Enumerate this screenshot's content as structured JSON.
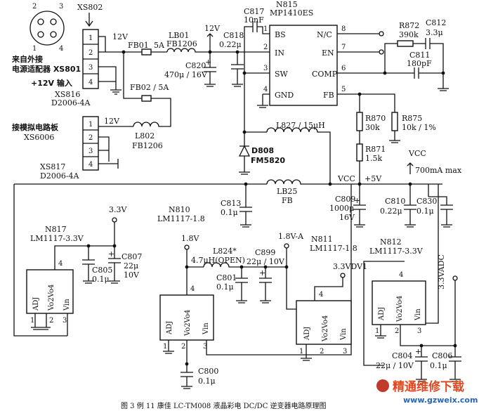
{
  "connector_xs802": {
    "name": "XS802",
    "pins": [
      "1",
      "2",
      "3",
      "4"
    ],
    "source_label": "来自外接",
    "adapter_label": "电源适配器 XS801",
    "input_label": "+12V 输入",
    "part_ref": "XS816",
    "part_no": "D2006-4A"
  },
  "socket_icon": {
    "pins": [
      "2",
      "3",
      "1",
      "4"
    ]
  },
  "connector_xs817": {
    "name": "XS817",
    "part_no": "D2006-4A",
    "pins": [
      "1",
      "2",
      "3",
      "4"
    ],
    "label_line1": "接模拟电路板",
    "label_line2": "XS6006"
  },
  "rail_12v_a": "12V",
  "rail_12v_b": "12V",
  "rail_12v_c": "12V",
  "fb01": {
    "ref": "FB01",
    "value": "5A"
  },
  "lb01": {
    "ref": "LB01",
    "value": "FB1206"
  },
  "fb02": {
    "label": "FB02 / 5A"
  },
  "l802": {
    "ref": "L802",
    "value": "FB1206"
  },
  "c818": {
    "ref": "C818",
    "value": "0.22μ"
  },
  "c820": {
    "ref": "C820",
    "value": "470μ / 16V"
  },
  "c817": {
    "ref": "C817",
    "value": "10nF"
  },
  "n815": {
    "ref": "N815",
    "part": "MP1410ES",
    "pins_left": [
      "BS",
      "IN",
      "SW",
      "GND"
    ],
    "pins_left_num": [
      "1",
      "2",
      "3",
      "4"
    ],
    "pins_right": [
      "N/C",
      "EN",
      "COMP",
      "FB"
    ],
    "pins_right_num": [
      "8",
      "7",
      "6",
      "5"
    ]
  },
  "r872": {
    "ref": "R872",
    "value": "390k"
  },
  "c812": {
    "ref": "C812",
    "value": "3.3μ"
  },
  "c811": {
    "ref": "C811",
    "value": "180pF"
  },
  "l827": {
    "label": "L827 / 15μH"
  },
  "d808": {
    "ref": "D808",
    "part": "FM5820"
  },
  "r870": {
    "ref": "R870",
    "value": "30k"
  },
  "r875": {
    "ref": "R875",
    "value": "10k / 1%"
  },
  "r871": {
    "ref": "R871",
    "value": "1.5k"
  },
  "vcc_top": "VCC",
  "max_current": "700mA  max",
  "vcc_bus": "VCC",
  "plus5v": "+5V",
  "lb25": {
    "ref": "LB25",
    "value": "FB"
  },
  "c813": {
    "ref": "C813",
    "value": "0.1μ"
  },
  "c809": {
    "ref": "C809",
    "value": "1000μ",
    "voltage": "16V"
  },
  "c810": {
    "ref": "C810",
    "value": "0.22μ"
  },
  "c830": {
    "ref": "C830",
    "value": "0.1μ"
  },
  "rail_3v3": "3.3V",
  "n817": {
    "ref": "N817",
    "part": "LM1117-3.3V",
    "pins": [
      "ADJ",
      "Vo2Vo4",
      "Vin"
    ],
    "nums": [
      "1",
      "2",
      "3",
      "4"
    ]
  },
  "c805": {
    "ref": "C805",
    "value": "0.1μ"
  },
  "c807": {
    "ref": "C807",
    "value": "22μ",
    "voltage": "10V"
  },
  "n810": {
    "ref": "N810",
    "part": "LM1117-1.8"
  },
  "rail_1v8": "1.8V",
  "l824": {
    "ref": "L824*",
    "value": "4.7μH(OPEN)"
  },
  "c801": {
    "ref": "C801",
    "value": "0.1μ"
  },
  "c899": {
    "ref": "C899",
    "value": "22μ / 10V"
  },
  "rail_1v8a": "1.8V-A",
  "n811": {
    "ref": "N811",
    "part": "LM1117-1.8"
  },
  "rail_3v3dv1": "3.3VDV1",
  "u_mid": {
    "pins": [
      "ADJ",
      "Vo2Vo4",
      "Vin"
    ],
    "nums": [
      "1",
      "2",
      "3",
      "4"
    ]
  },
  "u_right": {
    "pins": [
      "ADJ",
      "Vo2Vo4",
      "Vin"
    ],
    "nums": [
      "1",
      "2",
      "3",
      "4"
    ]
  },
  "u_left2": {
    "pins": [
      "ADJ",
      "Vo2Vo4",
      "Vin"
    ],
    "nums": [
      "1",
      "2",
      "3",
      "4"
    ]
  },
  "n812": {
    "ref": "N812",
    "part": "LM1117-3.3V"
  },
  "rail_3v3adc": "3.3VADC",
  "c800": {
    "ref": "C800",
    "value": "0.1μ"
  },
  "c804": {
    "ref": "C804",
    "value": "22μ / 10V"
  },
  "c806": {
    "ref": "C806",
    "value": "0.1μ"
  },
  "caption": "图 3  例 11 康佳 LC-TM008 液晶彩电 DC/DC 逆变器电路原理图",
  "watermark": {
    "line1": "精通维修下载",
    "line2": "www.gzweix.com"
  }
}
